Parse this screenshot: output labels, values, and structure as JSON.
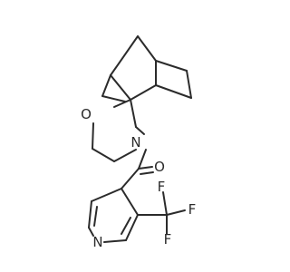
{
  "molecule": {
    "atoms": {
      "oxygen_ring": "O",
      "nitrogen_ring": "N",
      "oxygen_carbonyl": "O",
      "nitrogen_pyridine": "N",
      "fluorine_1": "F",
      "fluorine_2": "F",
      "fluorine_3": "F"
    }
  }
}
